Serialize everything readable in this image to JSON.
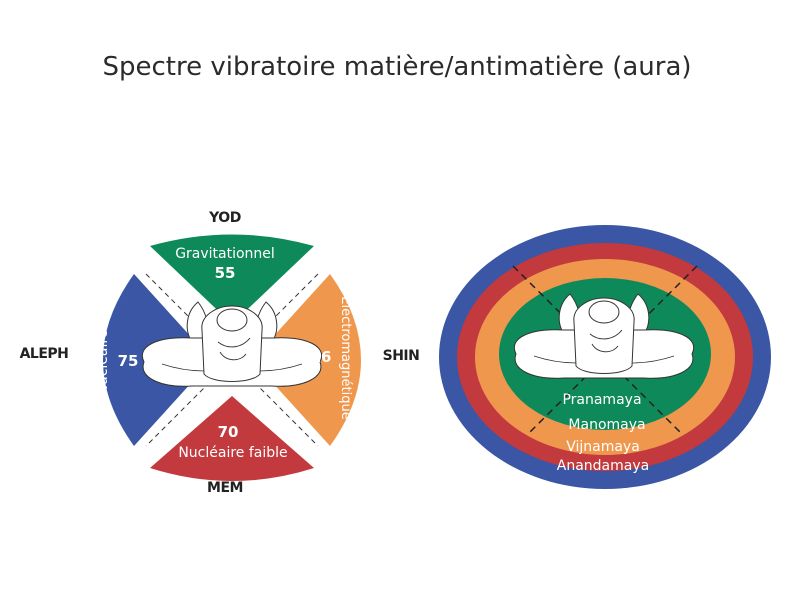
{
  "title": "Spectre vibratoire matière/antimatière (aura)",
  "cross_diagram": {
    "top": {
      "letter": "YOD",
      "force": "Gravitationnel",
      "number": "55",
      "color": "#0e8a5a"
    },
    "right": {
      "letter": "SHIN",
      "force": "Electromagnétique",
      "number": "16",
      "color": "#f0974e"
    },
    "bottom": {
      "letter": "MEM",
      "force": "Nucléaire faible",
      "number": "70",
      "color": "#c2393e"
    },
    "left": {
      "letter": "ALEPH",
      "force": "Nucléaire fort",
      "number": "75",
      "color": "#3a56a4"
    }
  },
  "aura_diagram": {
    "layers": [
      {
        "name": "Pranamaya",
        "color": "#0e8a5a"
      },
      {
        "name": "Manomaya",
        "color": "#f0974e"
      },
      {
        "name": "Vijnamaya",
        "color": "#c2393e"
      },
      {
        "name": "Anandamaya",
        "color": "#3a56a4"
      }
    ]
  }
}
